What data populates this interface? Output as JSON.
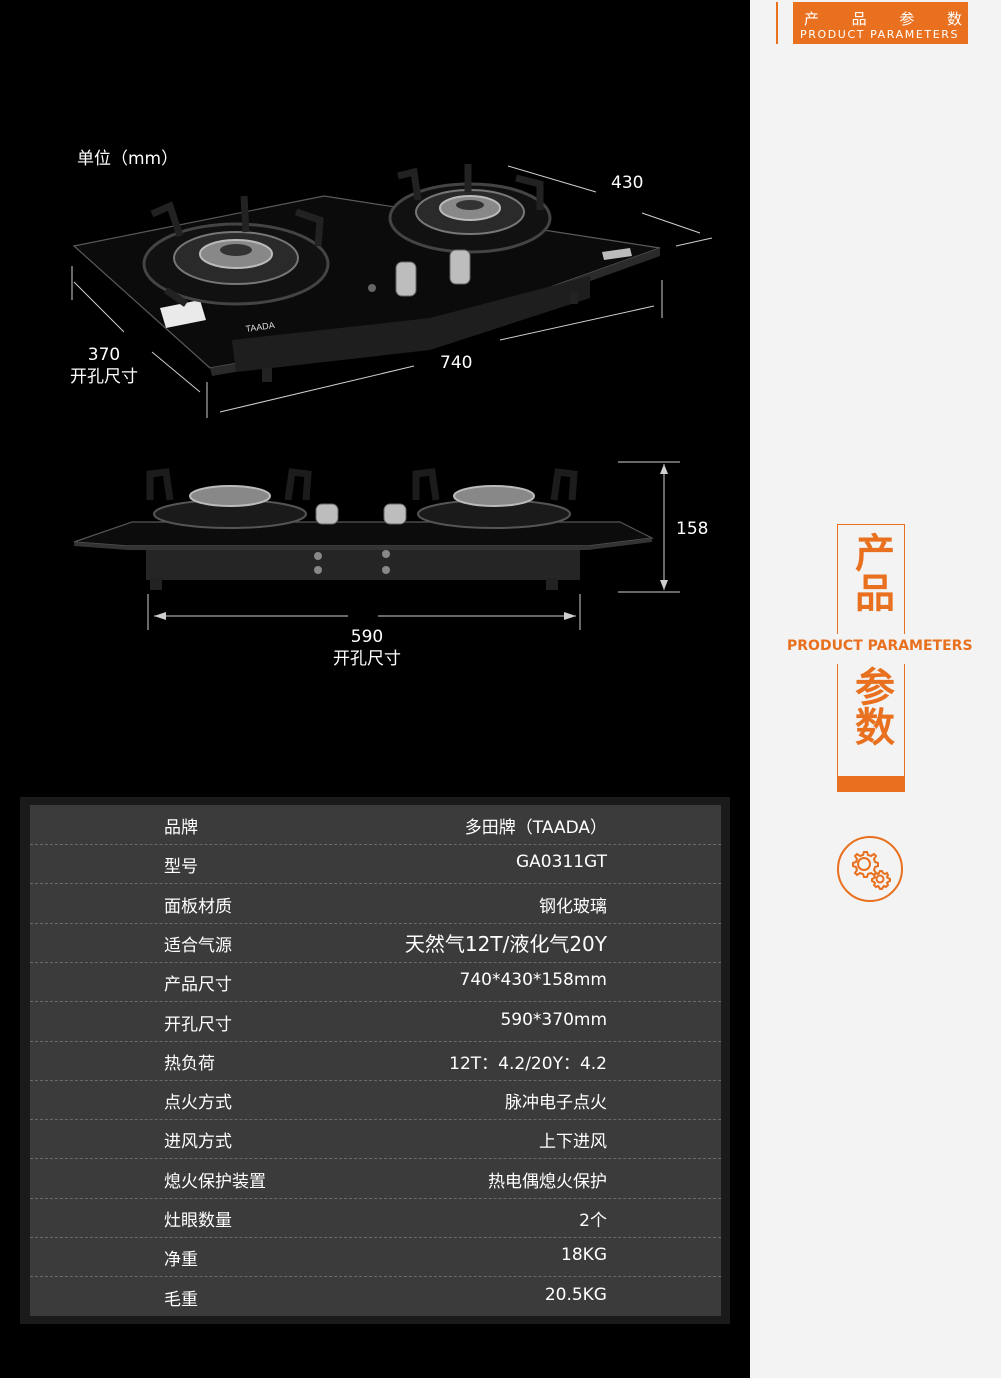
{
  "header_badge": {
    "cn": [
      "产",
      "品",
      "参",
      "数"
    ],
    "en": "PRODUCT PARAMETERS"
  },
  "side_title": {
    "top": "产品",
    "en": "PRODUCT PARAMETERS",
    "bottom": "参数",
    "icon": "gears-icon"
  },
  "diagram": {
    "unit": "单位（mm）",
    "depth": "430",
    "cutout_depth": "370",
    "cutout_depth_label": "开孔尺寸",
    "width": "740",
    "height": "158",
    "cutout_width": "590",
    "cutout_width_label": "开孔尺寸",
    "brand_mark": "TAADA"
  },
  "specs": [
    {
      "key": "品牌",
      "value": "多田牌（TAADA）"
    },
    {
      "key": "型号",
      "value": "GA0311GT"
    },
    {
      "key": "面板材质",
      "value": "钢化玻璃"
    },
    {
      "key": "适合气源",
      "value": "天然气12T/液化气20Y"
    },
    {
      "key": "产品尺寸",
      "value": "740*430*158mm"
    },
    {
      "key": "开孔尺寸",
      "value": "590*370mm"
    },
    {
      "key": "热负荷",
      "value": "12T：4.2/20Y：4.2"
    },
    {
      "key": "点火方式",
      "value": "脉冲电子点火"
    },
    {
      "key": "进风方式",
      "value": "上下进风"
    },
    {
      "key": "熄火保护装置",
      "value": "热电偶熄火保护"
    },
    {
      "key": "灶眼数量",
      "value": "2个"
    },
    {
      "key": "净重",
      "value": "18KG"
    },
    {
      "key": "毛重",
      "value": "20.5KG"
    }
  ],
  "colors": {
    "accent": "#e8701e",
    "table_bg": "#3b3b3b",
    "page_bg": "#000000",
    "side_bg": "#f3f3f3"
  }
}
